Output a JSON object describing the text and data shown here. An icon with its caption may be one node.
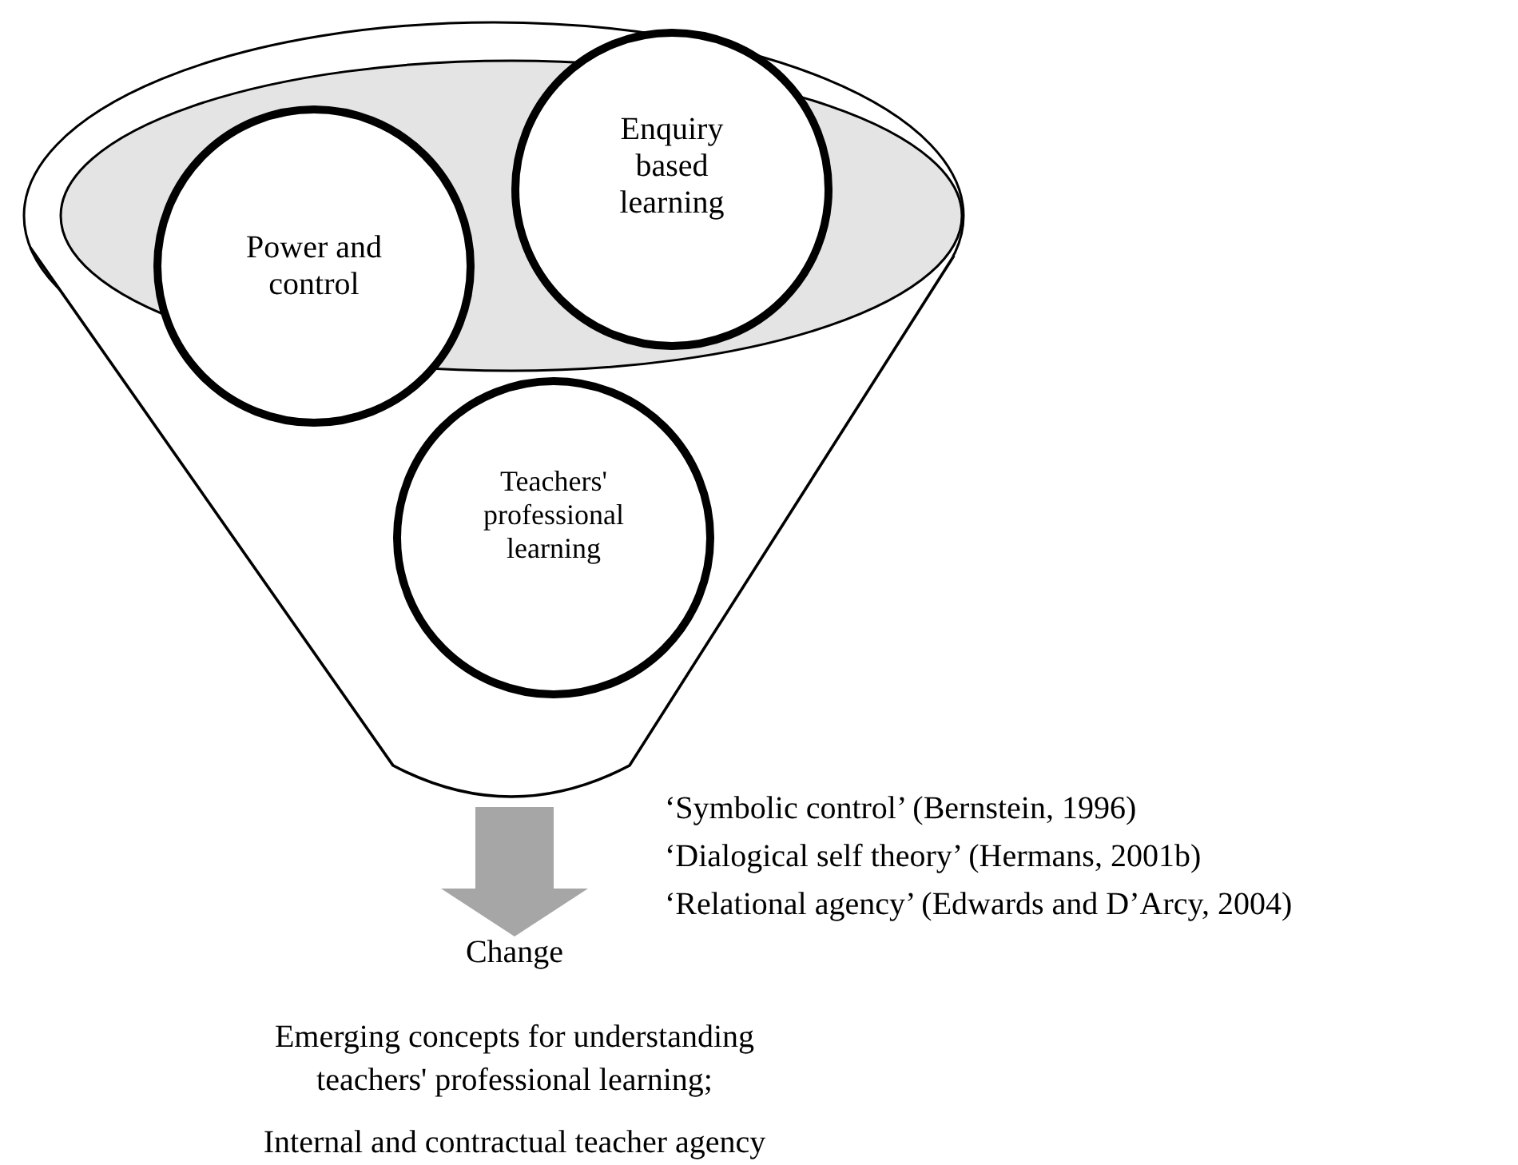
{
  "diagram": {
    "nodes": [
      {
        "text": [],
        "shape": "funnel"
      },
      {
        "text": [
          "Power and control"
        ]
      },
      {
        "text": [
          "Enquiry based learning"
        ]
      },
      {
        "text": [
          "Teachers' professional learning"
        ],
        "in": 0
      },
      {
        "text": [
          "Change"
        ]
      }
    ],
    "edges": [
      {
        "from": 0,
        "to": 4,
        "arrow": "to",
        "color": "#a6a6a6"
      }
    ],
    "labels": [
      "‘Symbolic control’ (Bernstein, 1996)",
      "‘Dialogical self theory’ (Hermans, 2001b)",
      "‘Relational agency’ (Edwards and D’Arcy, 2004)",
      "Emerging concepts for understanding teachers' professional learning;",
      "Internal and contractual teacher agency"
    ]
  }
}
